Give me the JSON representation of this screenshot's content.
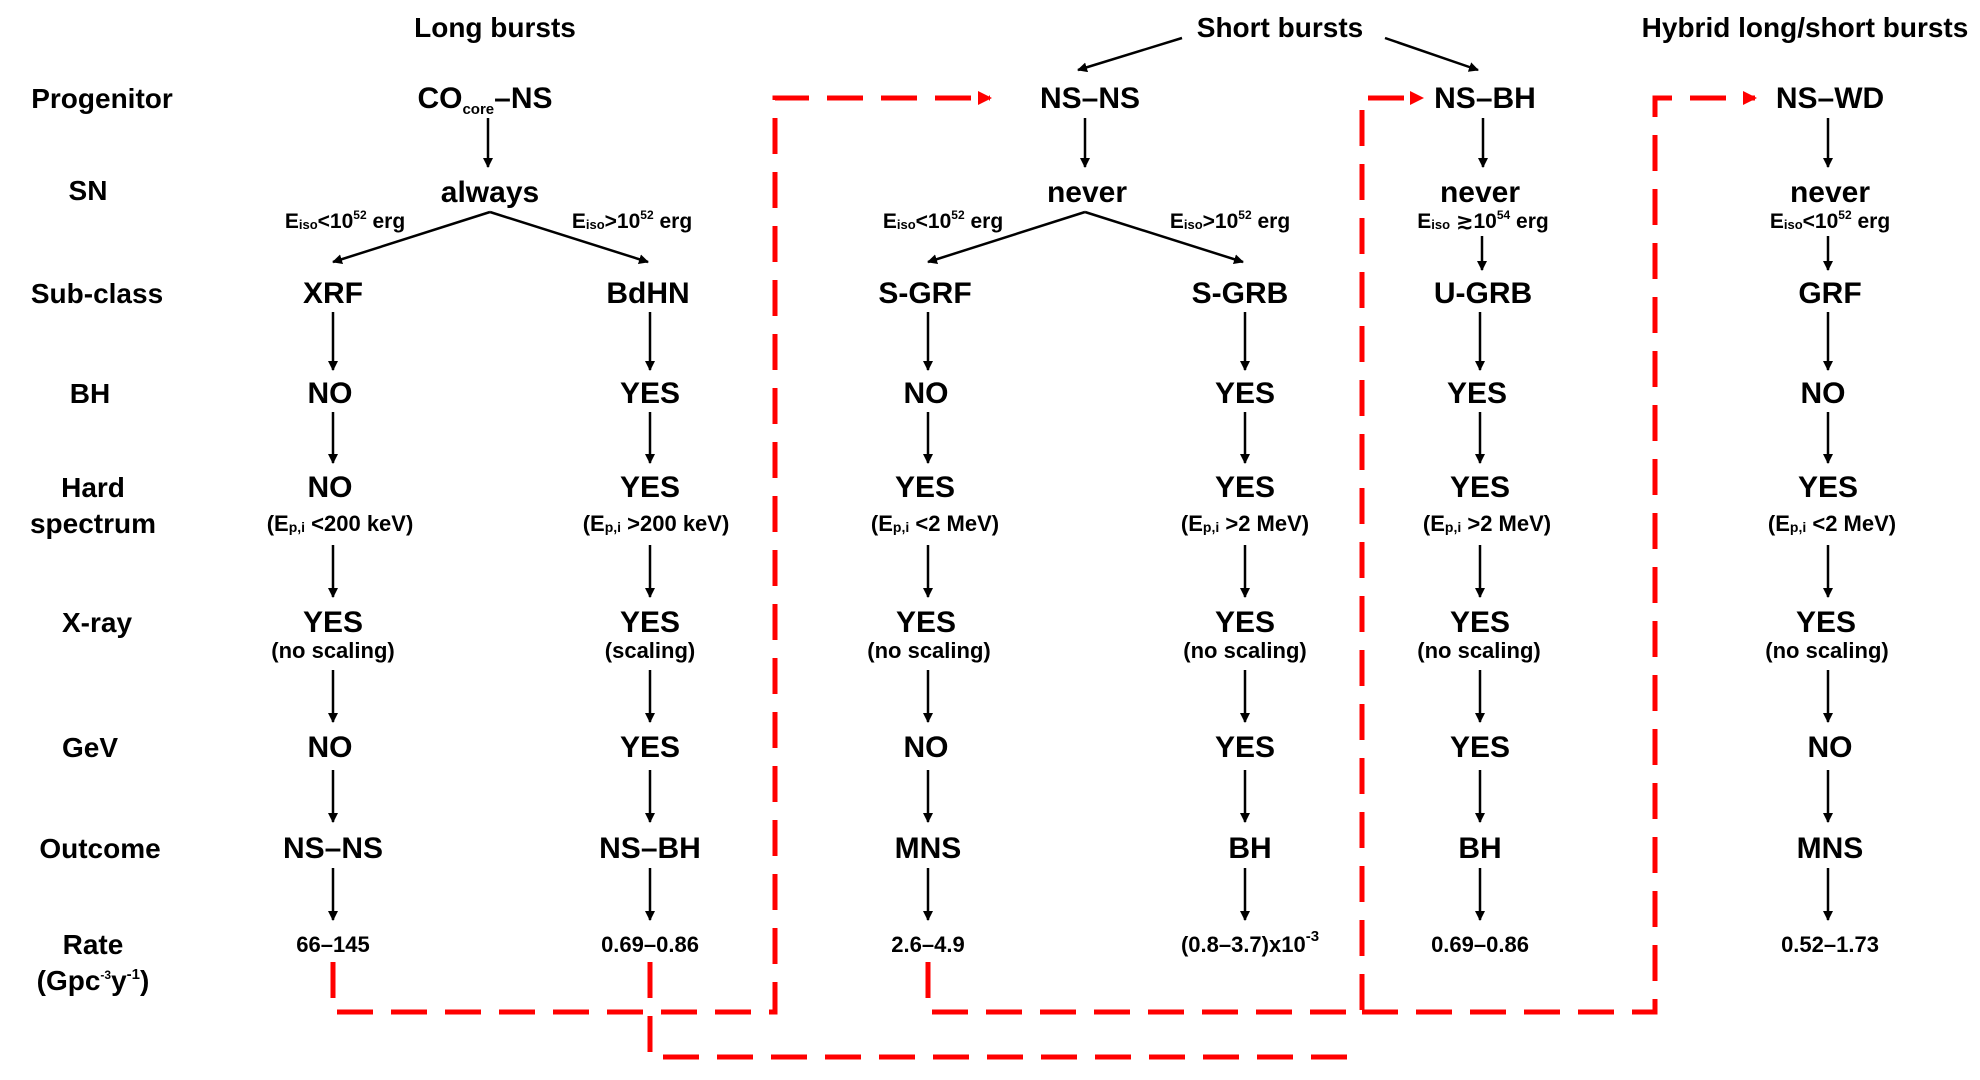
{
  "headers": {
    "long": "Long bursts",
    "short": "Short bursts",
    "hybrid": "Hybrid long/short bursts"
  },
  "row_labels": {
    "progenitor": "Progenitor",
    "sn": "SN",
    "subclass": "Sub-class",
    "bh": "BH",
    "hard_line1": "Hard",
    "hard_line2": "spectrum",
    "xray": "X-ray",
    "gev": "GeV",
    "outcome": "Outcome",
    "rate_line1": "Rate",
    "rate_line2_pre": "(Gpc",
    "rate_line2_sup1": "-3",
    "rate_line2_mid": "y",
    "rate_line2_sup2": "-1",
    "rate_line2_post": ")"
  },
  "progenitors": {
    "long_main": "CO",
    "long_sub": "core",
    "long_tail": "–NS",
    "nsns": "NS–NS",
    "nsbh": "NS–BH",
    "nswd": "NS–WD"
  },
  "sn": {
    "long": "always",
    "nsns": "never",
    "nsbh": "never",
    "nswd": "never"
  },
  "energy_labels": {
    "E": "E",
    "iso": "iso",
    "lt": "<10",
    "gt": ">10",
    "approx": " ≳10",
    "exp52": "52",
    "exp54": "54",
    "erg": " erg"
  },
  "subclasses": [
    "XRF",
    "BdHN",
    "S-GRF",
    "S-GRB",
    "U-GRB",
    "GRF"
  ],
  "bh": [
    "NO",
    "YES",
    "NO",
    "YES",
    "YES",
    "NO"
  ],
  "hard": [
    "NO",
    "YES",
    "YES",
    "YES",
    "YES",
    "YES"
  ],
  "peak_energy": {
    "open": "(E",
    "sub": "p,i",
    "values": [
      " <200 keV)",
      " >200 keV)",
      " <2 MeV)",
      " >2 MeV)",
      " >2 MeV)",
      " <2 MeV)"
    ]
  },
  "xray": [
    "YES",
    "YES",
    "YES",
    "YES",
    "YES",
    "YES"
  ],
  "xray_note": [
    "(no scaling)",
    "(scaling)",
    "(no scaling)",
    "(no scaling)",
    "(no scaling)",
    "(no scaling)"
  ],
  "gev": [
    "NO",
    "YES",
    "NO",
    "YES",
    "YES",
    "NO"
  ],
  "outcome": [
    "NS–NS",
    "NS–BH",
    "MNS",
    "BH",
    "BH",
    "MNS"
  ],
  "rate": [
    "66–145",
    "0.69–0.86",
    "2.6–4.9",
    "",
    "0.69–0.86",
    "0.52–1.73"
  ],
  "rate_sgrb": {
    "base": "(0.8–3.7)x10",
    "exp": "-3"
  },
  "colors": {
    "ink": "#000000",
    "dashed_link": "#ff0000"
  }
}
